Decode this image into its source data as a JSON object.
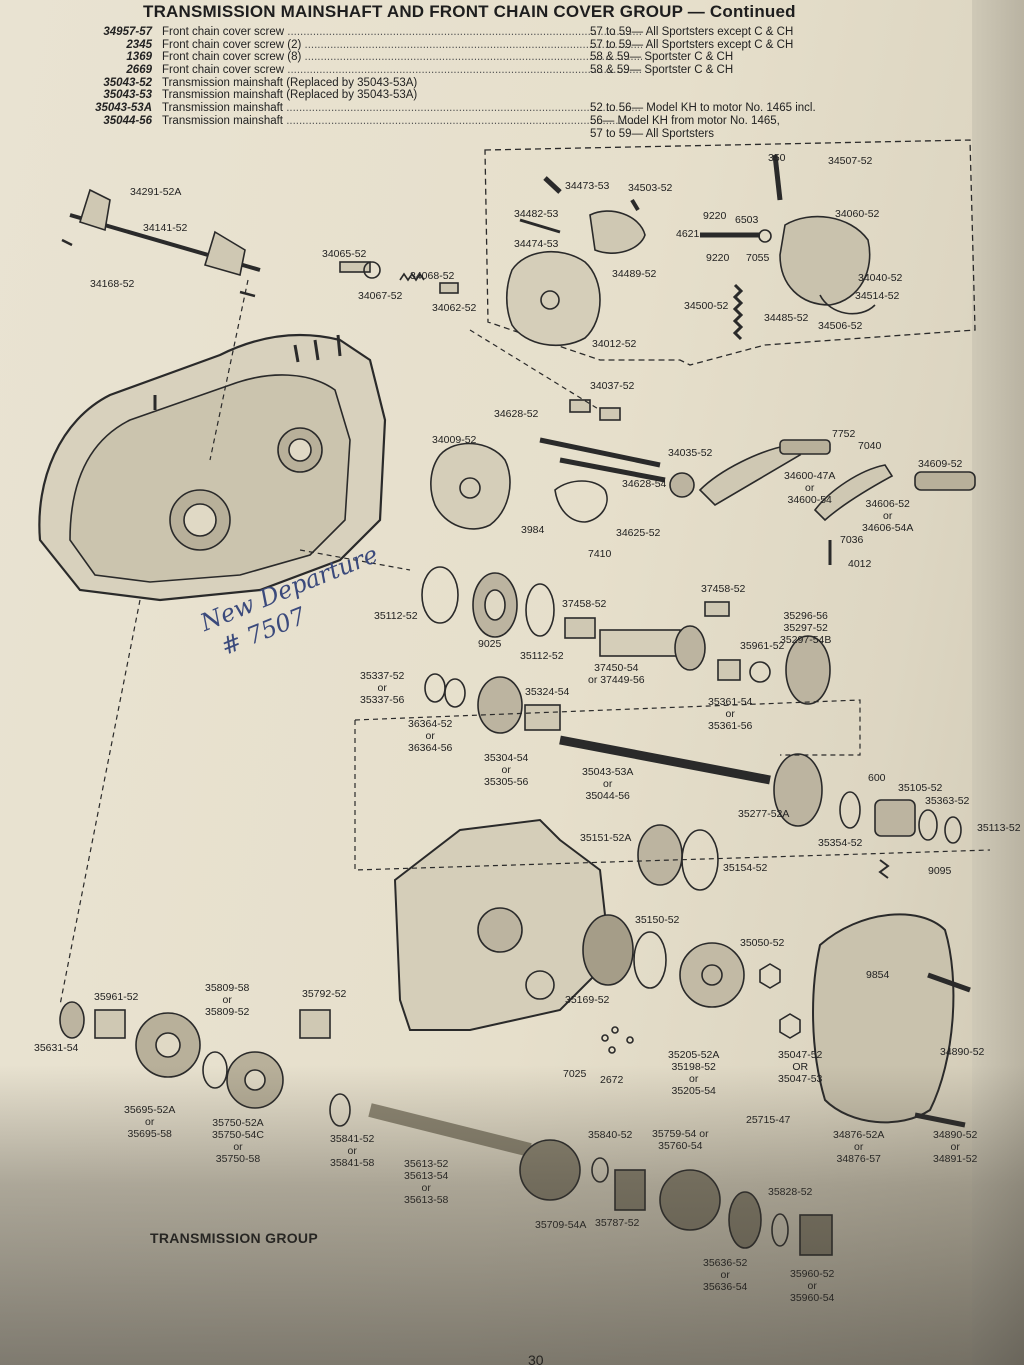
{
  "header": {
    "title": "TRANSMISSION MAINSHAFT AND FRONT CHAIN COVER GROUP — Continued"
  },
  "parts_list": [
    {
      "part": "34957-57",
      "desc": "Front chain cover screw",
      "app": "57 to 59— All Sportsters except C & CH"
    },
    {
      "part": "2345",
      "desc": "Front chain cover screw (2)",
      "app": "57 to 59— All Sportsters except C & CH"
    },
    {
      "part": "1369",
      "desc": "Front chain cover screw (8)",
      "app": "58 & 59— Sportster C & CH"
    },
    {
      "part": "2669",
      "desc": "Front chain cover screw",
      "app": "58 & 59— Sportster C & CH"
    },
    {
      "part": "35043-52",
      "desc": "Transmission mainshaft (Replaced by 35043-53A)",
      "app": ""
    },
    {
      "part": "35043-53",
      "desc": "Transmission mainshaft (Replaced by 35043-53A)",
      "app": ""
    },
    {
      "part": "35043-53A",
      "desc": "Transmission mainshaft",
      "app": "52 to 56— Model KH to motor No. 1465 incl."
    },
    {
      "part": "35044-56",
      "desc": "Transmission mainshaft",
      "app": "56— Model KH from motor No. 1465,"
    },
    {
      "part": "",
      "desc": "",
      "app": "57 to 59— All Sportsters"
    }
  ],
  "labels": [
    {
      "text": "350"
    },
    {
      "text": "34507-52"
    },
    {
      "text": "34473-53"
    },
    {
      "text": "34503-52"
    },
    {
      "text": "34291-52A"
    },
    {
      "text": "34141-52"
    },
    {
      "text": "34482-53"
    },
    {
      "text": "34474-53"
    },
    {
      "text": "9220"
    },
    {
      "text": "6503"
    },
    {
      "text": "4621"
    },
    {
      "text": "34060-52"
    },
    {
      "text": "9220"
    },
    {
      "text": "7055"
    },
    {
      "text": "34065-52"
    },
    {
      "text": "34489-52"
    },
    {
      "text": "34068-52"
    },
    {
      "text": "34168-52"
    },
    {
      "text": "34067-52"
    },
    {
      "text": "34062-52"
    },
    {
      "text": "34040-52"
    },
    {
      "text": "34500-52"
    },
    {
      "text": "34514-52"
    },
    {
      "text": "34485-52"
    },
    {
      "text": "34506-52"
    },
    {
      "text": "34012-52"
    },
    {
      "text": "34037-52"
    },
    {
      "text": "34628-52"
    },
    {
      "text": "34009-52"
    },
    {
      "text": "7752"
    },
    {
      "text": "7040"
    },
    {
      "text": "34035-52"
    },
    {
      "text": "34609-52"
    },
    {
      "text": "34600-47A\nor\n34600-54"
    },
    {
      "text": "34628-54"
    },
    {
      "text": "34606-52\nor\n34606-54A"
    },
    {
      "text": "34625-52"
    },
    {
      "text": "3984"
    },
    {
      "text": "7410"
    },
    {
      "text": "7036"
    },
    {
      "text": "4012"
    },
    {
      "text": "37458-52"
    },
    {
      "text": "35112-52"
    },
    {
      "text": "37458-52"
    },
    {
      "text": "35296-56\n35297-52\n35297-54B"
    },
    {
      "text": "35961-52"
    },
    {
      "text": "9025"
    },
    {
      "text": "35112-52"
    },
    {
      "text": "37450-54\nor 37449-56"
    },
    {
      "text": "35337-52\nor\n35337-56"
    },
    {
      "text": "35324-54"
    },
    {
      "text": "35361-54\nor\n35361-56"
    },
    {
      "text": "36364-52\nor\n36364-56"
    },
    {
      "text": "35304-54\nor\n35305-56"
    },
    {
      "text": "35043-53A\nor\n35044-56"
    },
    {
      "text": "600"
    },
    {
      "text": "35105-52"
    },
    {
      "text": "35363-52"
    },
    {
      "text": "35113-52"
    },
    {
      "text": "35277-52A"
    },
    {
      "text": "35354-52"
    },
    {
      "text": "35151-52A"
    },
    {
      "text": "35154-52"
    },
    {
      "text": "9095"
    },
    {
      "text": "35150-52"
    },
    {
      "text": "35050-52"
    },
    {
      "text": "9854"
    },
    {
      "text": "35961-52"
    },
    {
      "text": "35809-58\nor\n35809-52"
    },
    {
      "text": "35792-52"
    },
    {
      "text": "35169-52"
    },
    {
      "text": "34890-52"
    },
    {
      "text": "35631-54"
    },
    {
      "text": "7025"
    },
    {
      "text": "2672"
    },
    {
      "text": "35205-52A\n35198-52\nor\n35205-54"
    },
    {
      "text": "35047-52\nOR\n35047-53"
    },
    {
      "text": "35695-52A\nor\n35695-58"
    },
    {
      "text": "35750-52A\n35750-54C\nor\n35750-58"
    },
    {
      "text": "25715-47"
    },
    {
      "text": "34876-52A\nor\n34876-57"
    },
    {
      "text": "34890-52\nor\n34891-52"
    },
    {
      "text": "35841-52\nor\n35841-58"
    },
    {
      "text": "35840-52"
    },
    {
      "text": "35759-54 or\n35760-54"
    },
    {
      "text": "35613-52\n35613-54\nor\n35613-58"
    },
    {
      "text": "35828-52"
    },
    {
      "text": "35709-54A"
    },
    {
      "text": "35787-52"
    },
    {
      "text": "35636-52\nor\n35636-54"
    },
    {
      "text": "35960-52\nor\n35960-54"
    }
  ],
  "handwriting": {
    "line1": "New Departure",
    "line2": "# 7507"
  },
  "footer": {
    "caption": "TRANSMISSION GROUP"
  },
  "page_number": "30",
  "colors": {
    "paper": "#e6dfcb",
    "ink": "#222222",
    "handwriting_ink": "#3b4a7c"
  }
}
